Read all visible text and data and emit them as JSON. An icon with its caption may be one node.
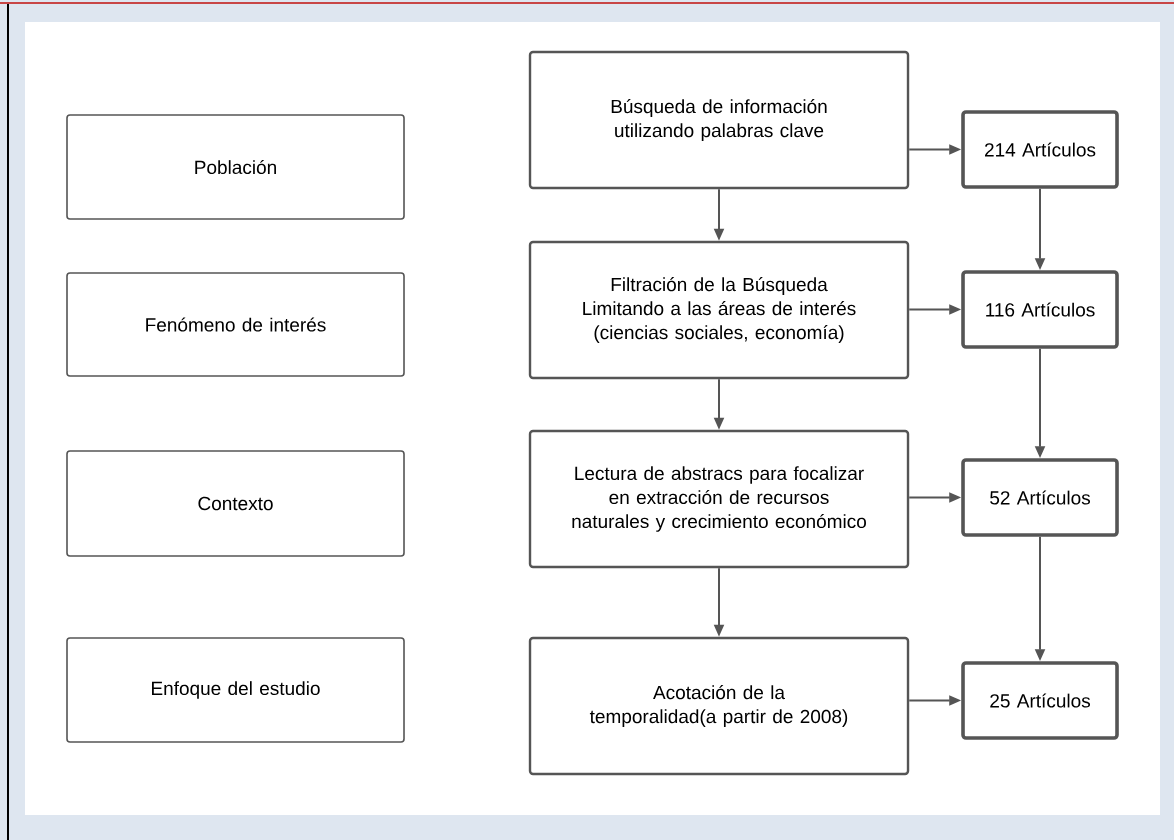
{
  "diagram": {
    "nodes": [
      {
        "text": [
          "Población"
        ]
      },
      {
        "text": [
          "Fenómeno de interés"
        ]
      },
      {
        "text": [
          "Contexto"
        ]
      },
      {
        "text": [
          "Enfoque del estudio"
        ]
      },
      {
        "text": [
          "Búsqueda de información utilizando palabras clave"
        ]
      },
      {
        "text": [
          "214 Artículos"
        ]
      },
      {
        "text": [
          "Filtración de la Búsqueda Limitando a las áreas de interés (ciencias sociales, economía)"
        ]
      },
      {
        "text": [
          "116 Artículos"
        ]
      },
      {
        "text": [
          "Lectura de abstracs para focalizar en extracción de recursos naturales y crecimiento económico"
        ]
      },
      {
        "text": [
          "52 Artículos"
        ]
      },
      {
        "text": [
          "Acotación de la temporalidad(a partir de 2008)"
        ]
      },
      {
        "text": [
          "25 Artículos"
        ]
      }
    ],
    "edges": [
      {
        "from": 4,
        "to": 5,
        "arrow": "to"
      },
      {
        "from": 4,
        "to": 6,
        "arrow": "to"
      },
      {
        "from": 5,
        "to": 7,
        "arrow": "to"
      },
      {
        "from": 6,
        "to": 7,
        "arrow": "to"
      },
      {
        "from": 6,
        "to": 8,
        "arrow": "to"
      },
      {
        "from": 7,
        "to": 9,
        "arrow": "to"
      },
      {
        "from": 8,
        "to": 9,
        "arrow": "to"
      },
      {
        "from": 8,
        "to": 10,
        "arrow": "to"
      },
      {
        "from": 9,
        "to": 11,
        "arrow": "to"
      },
      {
        "from": 10,
        "to": 11,
        "arrow": "to"
      }
    ]
  }
}
